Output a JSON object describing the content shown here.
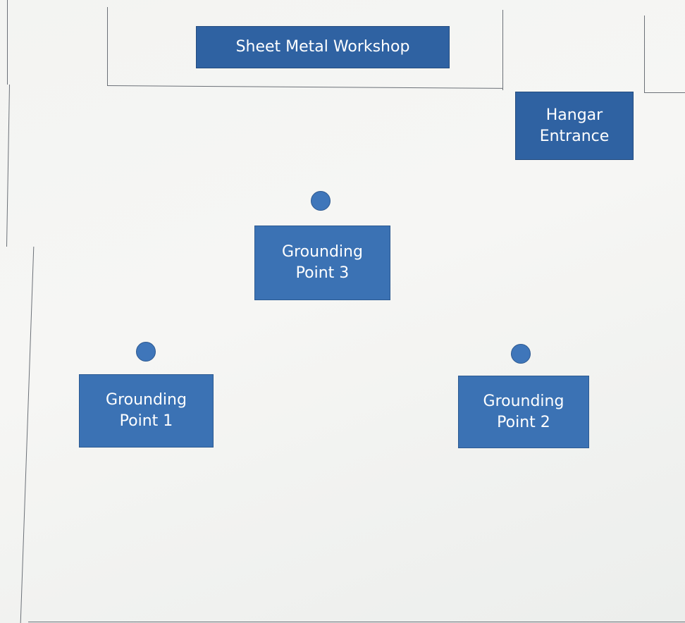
{
  "diagram": {
    "workshop_label": "Sheet Metal Workshop",
    "hangar_entrance_label": "Hangar\nEntrance",
    "grounding_points": [
      {
        "label": "Grounding\nPoint 3"
      },
      {
        "label": "Grounding\nPoint 1"
      },
      {
        "label": "Grounding\nPoint 2"
      }
    ]
  },
  "colors": {
    "box_fill": "#3b72b4",
    "box_fill_dark": "#2f62a2",
    "outline": "#6b7077",
    "background": "#f3f4f2"
  }
}
